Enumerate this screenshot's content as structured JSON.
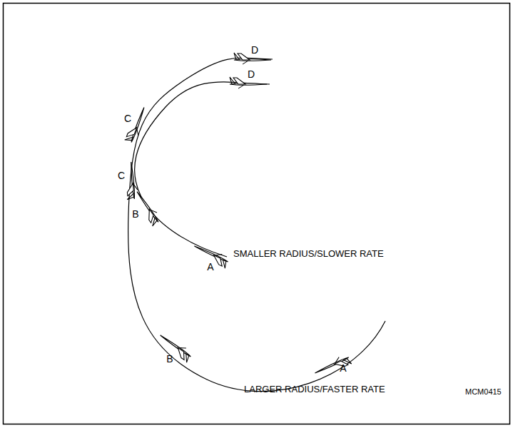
{
  "diagram": {
    "labels": [
      "D",
      "D",
      "C",
      "C",
      "B",
      "A",
      "SMALLER RADIUS/SLOWER RATE",
      "B",
      "A",
      "LARGER RADIUS/FASTER RATE",
      "MCM0415"
    ]
  }
}
